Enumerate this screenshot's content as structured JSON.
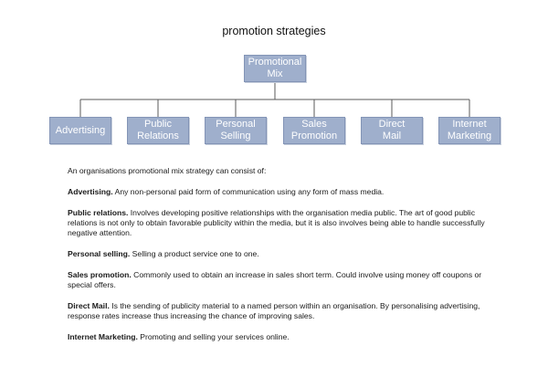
{
  "title": "promotion strategies",
  "diagram": {
    "root": "Promotional\nMix",
    "children": [
      "Advertising",
      "Public\nRelations",
      "Personal\nSelling",
      "Sales\nPromotion",
      "Direct\nMail",
      "Internet\nMarketing"
    ],
    "box_color": "#9fafcc",
    "border_color": "#8394b6",
    "text_color": "#ffffff"
  },
  "intro": "An organisations promotional mix strategy can consist of:",
  "definitions": [
    {
      "term": "Advertising.",
      "text": " Any non-personal paid form of communication using any form of mass media."
    },
    {
      "term": "Public relations.",
      "text": " Involves developing positive relationships with the organisation media public. The art of good public relations is not only to obtain favorable publicity within the media, but it is also involves being able to handle successfully negative attention."
    },
    {
      "term": "Personal selling.",
      "text": " Selling a product service one to one."
    },
    {
      "term": "Sales promotion.",
      "text": " Commonly used to obtain an increase in sales short term. Could involve using money off coupons or special offers."
    },
    {
      "term": "Direct Mail.",
      "text": " Is the sending of publicity material to a named person within an organisation. By personalising advertising, response rates increase thus increasing the chance of improving sales."
    },
    {
      "term": "Internet Marketing.",
      "text": " Promoting and selling your services online."
    }
  ]
}
